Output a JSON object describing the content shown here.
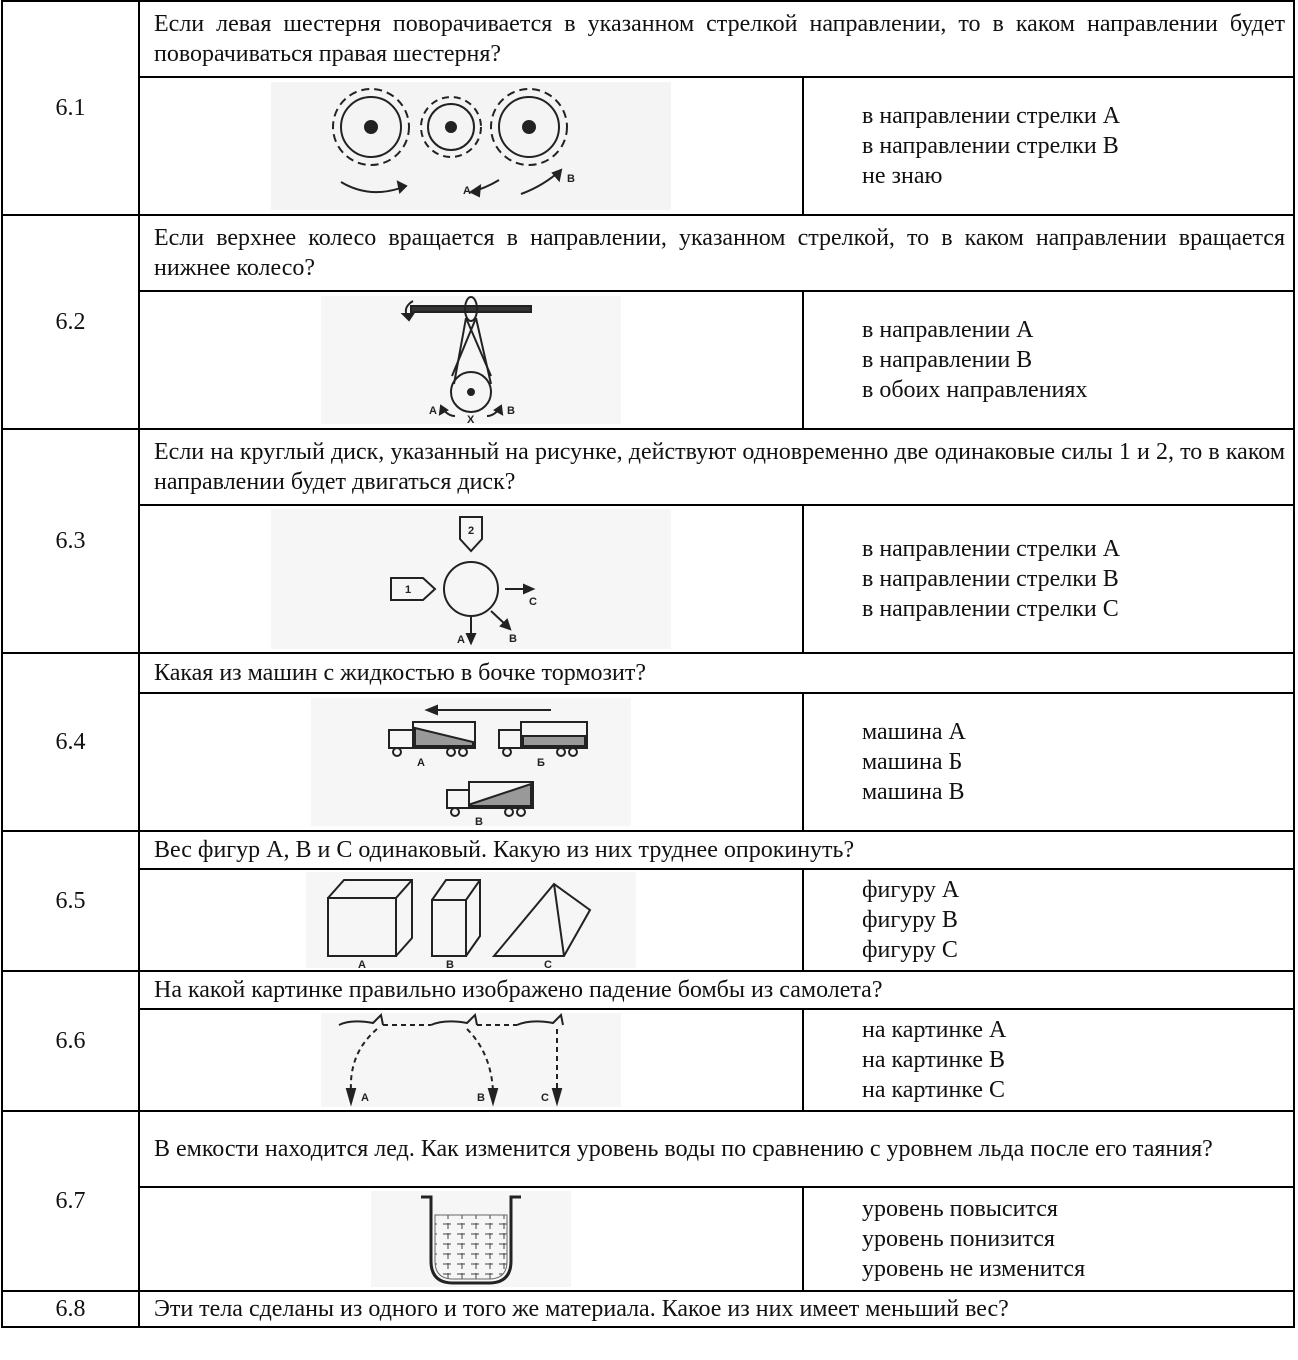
{
  "items": [
    {
      "num": "6.1",
      "question": "Если левая шестерня поворачивается в указанном стрелкой направлении, то в каком направлении будет поворачиваться правая шестерня?",
      "options": [
        "в направлении стрелки А",
        "в направлении стрелки В",
        "не знаю"
      ],
      "figure": "gears-figure",
      "figure_labels": [
        "A",
        "B"
      ]
    },
    {
      "num": "6.2",
      "question": "Если верхнее колесо вращается в направлении, указанном стрелкой, то в каком направлении вращается нижнее колесо?",
      "options": [
        "в направлении А",
        "в направлении В",
        "в обоих направлениях"
      ],
      "figure": "belt-wheels-figure",
      "figure_labels": [
        "A",
        "B",
        "X"
      ]
    },
    {
      "num": "6.3",
      "question": "Если на круглый диск, указанный на рисунке, действуют одновременно две одинаковые силы 1 и 2, то в каком направлении будет двигаться диск?",
      "options": [
        "в направлении стрелки А",
        "в направлении стрелки В",
        "в направлении стрелки С"
      ],
      "figure": "disk-forces-figure",
      "figure_labels": [
        "1",
        "2",
        "A",
        "B",
        "C"
      ]
    },
    {
      "num": "6.4",
      "question": "Какая из машин с жидкостью в бочке тормозит?",
      "options": [
        "машина А",
        "машина Б",
        "машина В"
      ],
      "figure": "trucks-figure",
      "figure_labels": [
        "A",
        "Б",
        "В"
      ]
    },
    {
      "num": "6.5",
      "question": "Вес фигур А, В и С одинаковый. Какую из них труднее опрокинуть?",
      "options": [
        "фигуру А",
        "фигуру В",
        "фигуру С"
      ],
      "figure": "solids-figure",
      "figure_labels": [
        "A",
        "B",
        "C"
      ]
    },
    {
      "num": "6.6",
      "question": "На какой картинке правильно изображено падение бомбы из самолета?",
      "options": [
        "на картинке А",
        "на картинке В",
        "на картинке С"
      ],
      "figure": "planes-bombs-figure",
      "figure_labels": [
        "A",
        "B",
        "C"
      ]
    },
    {
      "num": "6.7",
      "question": "В емкости находится лед. Как изменится уровень воды по сравнению с уровнем льда после его таяния?",
      "options": [
        "уровень повысится",
        "уровень понизится",
        "уровень не изменится"
      ],
      "figure": "ice-container-figure"
    },
    {
      "num": "6.8",
      "question": "Эти тела сделаны из одного и того же материала. Какое из них имеет меньший вес?"
    }
  ]
}
